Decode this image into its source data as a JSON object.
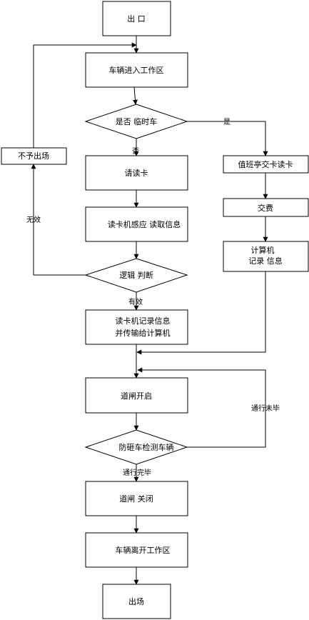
{
  "nodes": {
    "exit_entry": "出 口",
    "enter_zone": "车辆进入工作区",
    "temp_car_q": "是否 临时车",
    "read_card": "请读卡",
    "reader_sense": "读卡机感应 读取信息",
    "logic_judge": "逻辑 判断",
    "record_transmit_1": "读卡机记录信息",
    "record_transmit_2": "并传输给计算机",
    "gate_open": "道闸开启",
    "anti_smash_q": "防砸车检测车辆",
    "gate_close": "道闸 关闭",
    "leave_zone": "车辆离开工作区",
    "exit_done": "出场",
    "no_exit": "不予出场",
    "duty_card": "值班亭交卡读卡",
    "pay_fee": "交费",
    "pc_record_1": "计算机",
    "pc_record_2": "记录 信息"
  },
  "edges": {
    "yes": "是",
    "no": "否",
    "invalid": "无效",
    "valid": "有效",
    "pass_incomplete": "通行未毕",
    "pass_complete": "通行完毕"
  }
}
